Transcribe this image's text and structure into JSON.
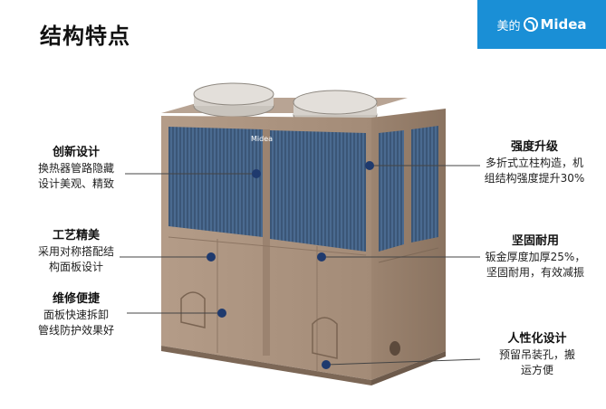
{
  "page_title": "结构特点",
  "brand": {
    "cn": "美的",
    "en": "Midea",
    "color": "#1a8fd6"
  },
  "features": [
    {
      "title": "创新设计",
      "lines": [
        "换热器管路隐藏",
        "设计美观、精致"
      ]
    },
    {
      "title": "工艺精美",
      "lines": [
        "采用对称搭配结",
        "构面板设计"
      ]
    },
    {
      "title": "维修便捷",
      "lines": [
        "面板快速拆卸",
        "管线防护效果好"
      ]
    },
    {
      "title": "强度升级",
      "lines": [
        "多折式立柱构造，机",
        "组结构强度提升30%"
      ]
    },
    {
      "title": "坚固耐用",
      "lines": [
        "钣金厚度加厚25%，",
        "坚固耐用，有效减振"
      ]
    },
    {
      "title": "人性化设计",
      "lines": [
        "预留吊装孔，搬",
        "运方便"
      ]
    }
  ],
  "colors": {
    "dot": "#1f3a6e",
    "body": "#a8917f",
    "coil": "#3d5a80"
  }
}
